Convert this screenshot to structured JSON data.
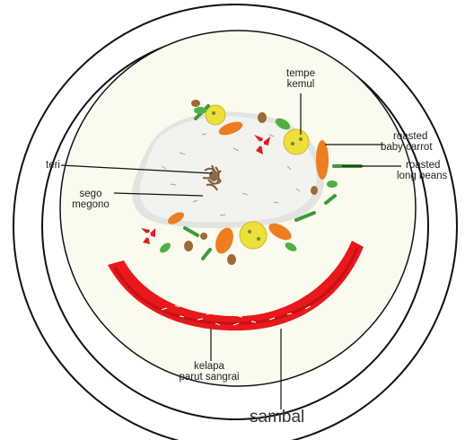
{
  "labels": {
    "tempe_kemul": [
      "tempe",
      "kemul"
    ],
    "roasted_baby_carrot": [
      "roasted",
      "baby carrot"
    ],
    "roasted_long_beans": [
      "roasted",
      "long beans"
    ],
    "teri": "teri",
    "sego_megono": [
      "sego",
      "megono"
    ],
    "kelapa_parut_sangrai": [
      "kelapa",
      "parut sangrai"
    ],
    "sambal": "sambal"
  },
  "colors": {
    "plate_outline": "#111111",
    "plate_fill": "#ffffff",
    "inner_fill": "#fbfaee",
    "rice": "#f0f0ed",
    "sambal": "#e8181c",
    "carrot": "#ee7d22",
    "tempe": "#eedf3a",
    "bean": "#3e9a3a",
    "leaf": "#4fb046",
    "chili": "#d92020",
    "peanut": "#9b6a35"
  }
}
